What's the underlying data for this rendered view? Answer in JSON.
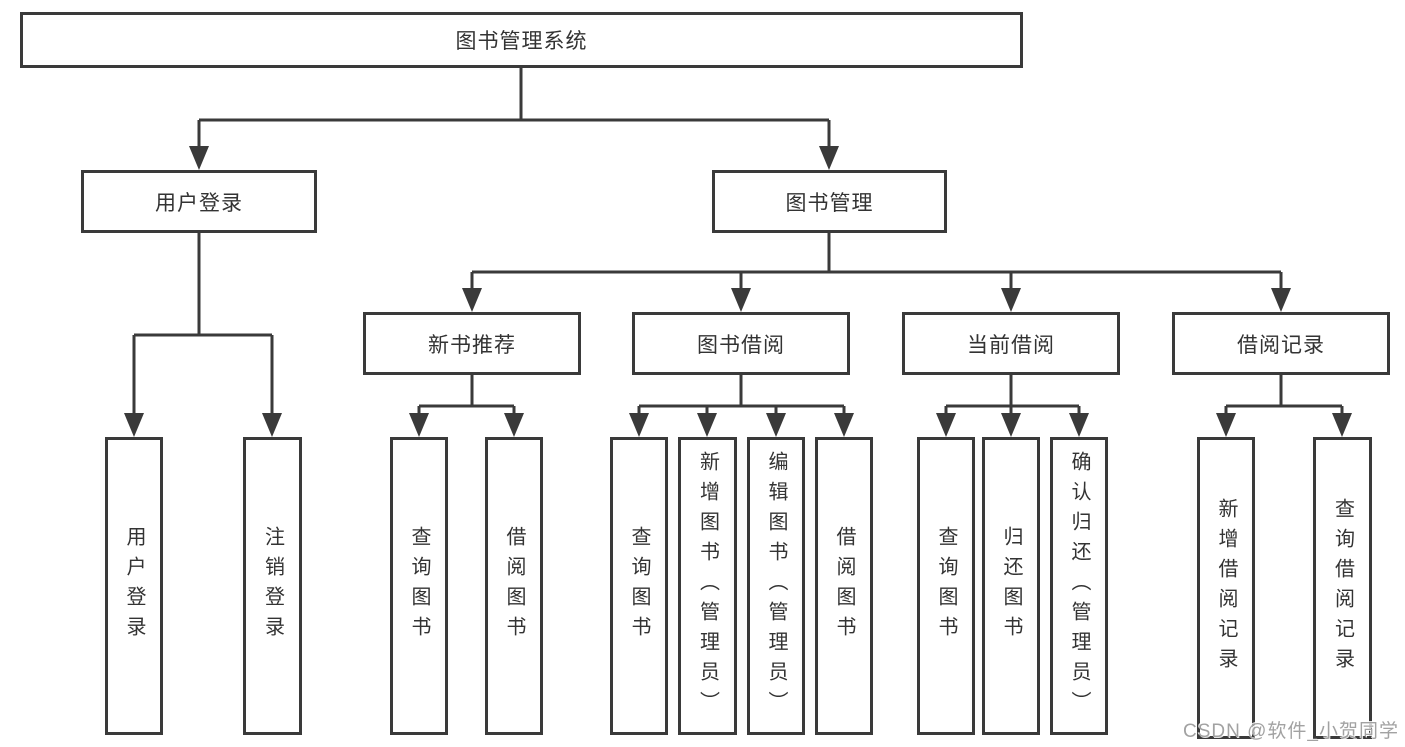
{
  "diagram": {
    "root": {
      "label": "图书管理系统"
    },
    "level2": [
      {
        "label": "用户登录"
      },
      {
        "label": "图书管理"
      }
    ],
    "level3": [
      {
        "label": "新书推荐"
      },
      {
        "label": "图书借阅"
      },
      {
        "label": "当前借阅"
      },
      {
        "label": "借阅记录"
      }
    ],
    "leaves": {
      "user_login": [
        "用户登录",
        "注销登录"
      ],
      "new_book_recommend": [
        "查询图书",
        "借阅图书"
      ],
      "book_borrow": [
        "查询图书",
        "新增图书（管理员）",
        "编辑图书（管理员）",
        "借阅图书"
      ],
      "current_borrow": [
        "查询图书",
        "归还图书",
        "确认归还（管理员）"
      ],
      "borrow_records": [
        "新增借阅记录",
        "查询借阅记录"
      ]
    },
    "line_color": "#3a3a3a"
  },
  "watermark": {
    "text": "CSDN @软件_小贺同学",
    "color": "#a2a2a2"
  }
}
